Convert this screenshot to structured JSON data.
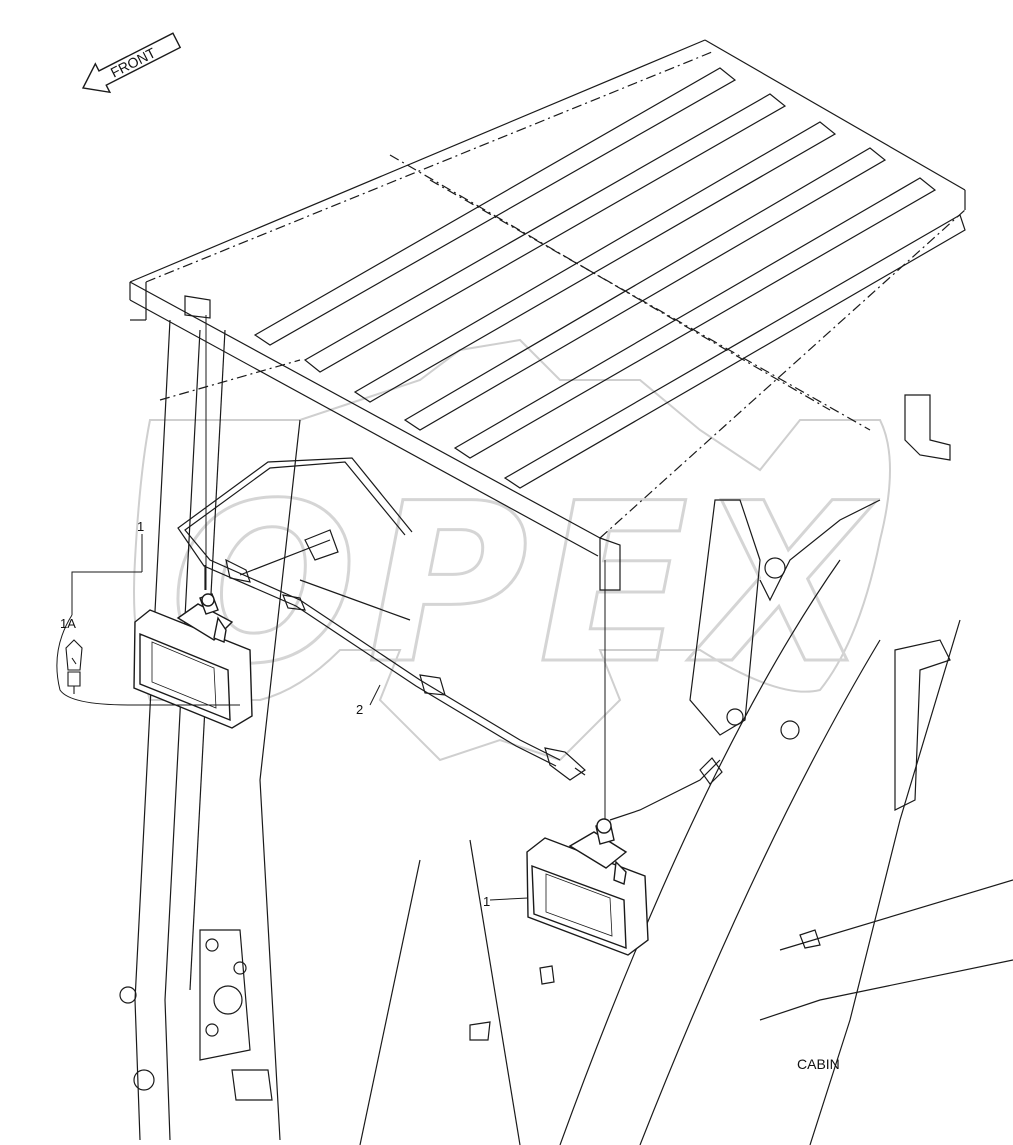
{
  "diagram": {
    "front_label": "FRONT",
    "section_label": "CABIN",
    "watermark": "OPEX",
    "stamp": "",
    "callouts": [
      {
        "id": "1",
        "label": "1"
      },
      {
        "id": "1A",
        "label": "1A"
      },
      {
        "id": "2",
        "label": "2"
      },
      {
        "id": "1b",
        "label": "1"
      }
    ]
  },
  "colors": {
    "line": "#1a1a1a",
    "watermark": "#d9d9d9",
    "background": "#ffffff"
  }
}
